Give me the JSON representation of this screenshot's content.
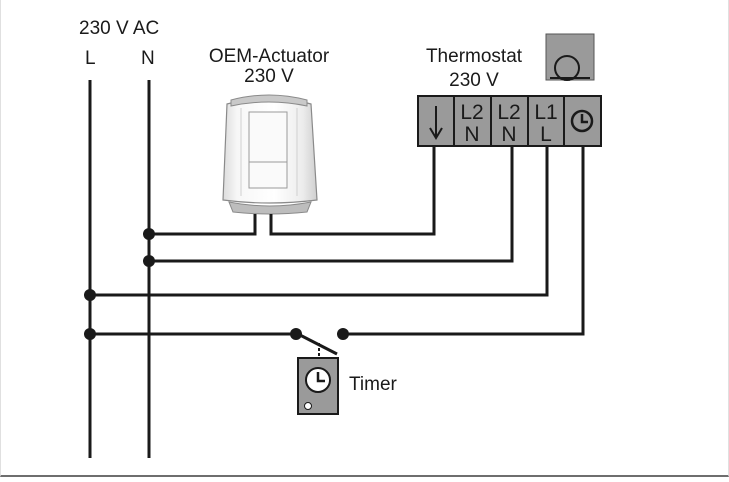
{
  "supply": {
    "voltage": "230 V AC",
    "line": "L",
    "neutral": "N"
  },
  "actuator": {
    "name": "OEM-Actuator",
    "voltage": "230 V"
  },
  "thermostat": {
    "name": "Thermostat",
    "voltage": "230 V",
    "terminals": [
      {
        "top": "",
        "bottom": "",
        "icon": "arrow-down-icon"
      },
      {
        "top": "L2",
        "bottom": "N"
      },
      {
        "top": "L2",
        "bottom": "N"
      },
      {
        "top": "L1",
        "bottom": "L"
      },
      {
        "top": "",
        "bottom": "",
        "icon": "clock-icon"
      }
    ]
  },
  "timer": {
    "label": "Timer"
  },
  "colors": {
    "wire": "#1a1a1a",
    "terminal_fill": "#9a9a9a",
    "actuator_body": "#f2f2f2"
  }
}
